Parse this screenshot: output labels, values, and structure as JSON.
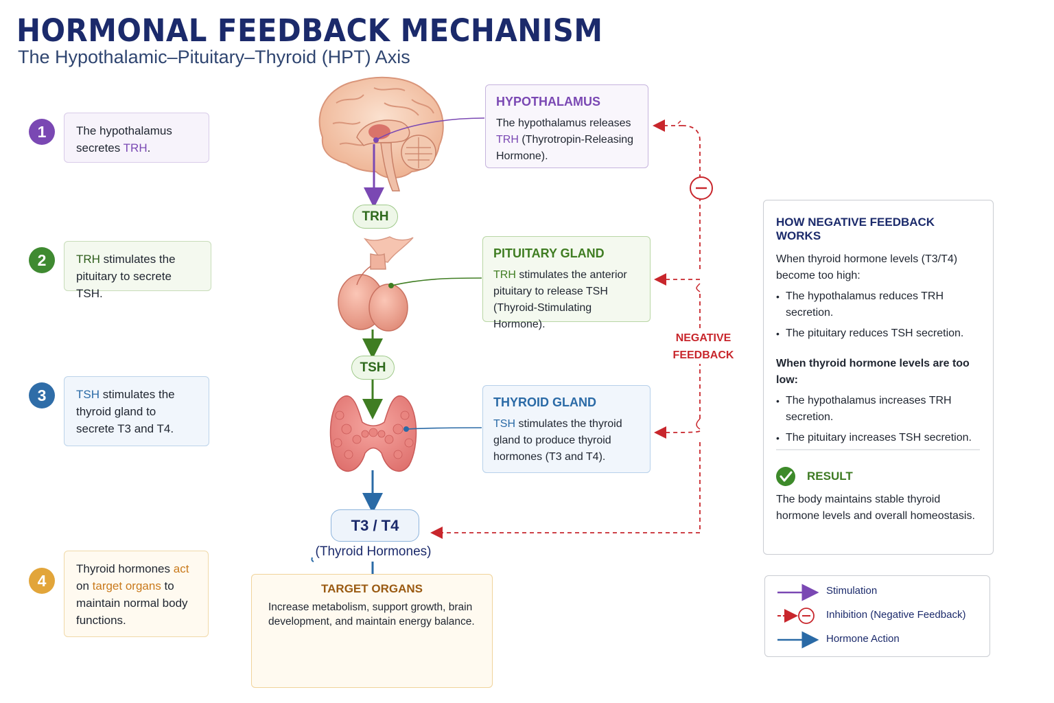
{
  "header": {
    "title": "HORMONAL FEEDBACK MECHANISM",
    "subtitle": "The Hypothalamic–Pituitary–Thyroid (HPT) Axis"
  },
  "steps": [
    {
      "number": "1",
      "pre": "The hypothalamus secretes ",
      "highlight": "TRH",
      "post": ".",
      "color": "#7a48b3"
    },
    {
      "number": "2",
      "highlight": "TRH",
      "post": " stimulates the pituitary to secrete TSH.",
      "color": "#3f7d22"
    },
    {
      "number": "3",
      "highlight": "TSH",
      "post": " stimulates the thyroid gland to secrete T3 and T4.",
      "color": "#2a6aa6"
    },
    {
      "number": "4",
      "pre": "Thyroid hormones ",
      "hl1": "act",
      "mid": " on ",
      "hl2": "target organs",
      "post": " to maintain normal body functions.",
      "color": "#e2a53a"
    }
  ],
  "info": {
    "hypothalamus": {
      "title": "HYPOTHALAMUS",
      "pre": "The hypothalamus releases ",
      "hl": "TRH",
      "post": " (Thyrotropin-Releasing Hormone)."
    },
    "pituitary": {
      "title": "PITUITARY GLAND",
      "hl": "TRH",
      "post": " stimulates the anterior pituitary to release TSH (Thyroid-Stimulating Hormone)."
    },
    "thyroid": {
      "title": "THYROID GLAND",
      "hl": "TSH",
      "post": " stimulates the thyroid gland to produce thyroid hormones (T3 and T4)."
    }
  },
  "hormones": {
    "trh": "TRH",
    "tsh": "TSH",
    "t3t4": "T3 / T4",
    "t3t4_sub": "(Thyroid Hormones)"
  },
  "target": {
    "title": "TARGET ORGANS",
    "text": "Increase metabolism, support growth, brain development, and maintain energy balance."
  },
  "feedback": {
    "label_line1": "NEGATIVE",
    "label_line2": "FEEDBACK",
    "symbol": "−"
  },
  "panel": {
    "title": "HOW NEGATIVE FEEDBACK WORKS",
    "high_intro": "When thyroid hormone levels (T3/T4) become too high:",
    "high_items": [
      "The hypothalamus reduces TRH secretion.",
      "The pituitary reduces TSH secretion."
    ],
    "low_intro": "When thyroid hormone levels are too low:",
    "low_items": [
      "The hypothalamus increases TRH secretion.",
      "The pituitary increases TSH secretion."
    ],
    "result_title": "RESULT",
    "result_text": "The body maintains stable thyroid hormone levels and overall homeostasis."
  },
  "legend": {
    "stimulation": "Stimulation",
    "inhibition": "Inhibition (Negative Feedback)",
    "action": "Hormone Action"
  },
  "colors": {
    "purple": "#7a48b3",
    "green": "#3f7d22",
    "blue": "#2a6aa6",
    "orange": "#e2a53a",
    "red": "#c8262c",
    "navy": "#1b2a6b"
  },
  "icons": [
    "brain-illustration",
    "pituitary-illustration",
    "thyroid-illustration",
    "heart-icon",
    "brain-icon",
    "liver-icon",
    "bone-icon",
    "check-icon",
    "minus-circle-icon"
  ]
}
